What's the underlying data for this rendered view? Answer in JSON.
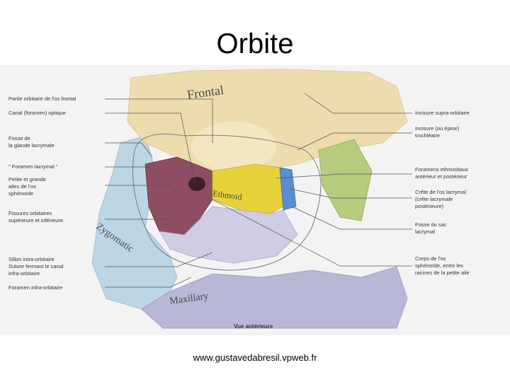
{
  "slide": {
    "title": "Orbite",
    "footer_url": "www.gustavedabresil.vpweb.fr"
  },
  "figure": {
    "bones": {
      "frontal": "Frontal",
      "ethmoid": "Ethmoid",
      "zygomatic": "Zygomatic",
      "maxillary": "Maxillary"
    },
    "labels_left": [
      "Partie orbitaire de l'os frontal",
      "Canal (foramen) optique",
      "Fosse de",
      "la glande lacrymale",
      "\" Foramen lacrymal \"",
      "Petite et grande",
      "ailes de l'os",
      "sphénoïde",
      "Fissures orbitaires",
      "supérieure et inférieure",
      "Sillon intra-orbitaire",
      "Suture fermant le canal",
      "infra-orbitaire",
      "Foramen infra-orbitaire"
    ],
    "labels_right": [
      "Incisure supra-orbitaire",
      "Incisure (ou épine)",
      "trochléaire",
      "Foramens ethmoïdaux",
      "antérieur et postérieur",
      "Crête de l'os lacrymal",
      "(crête lacrymale",
      "postérieure)",
      "Fosse du sac",
      "lacrymal",
      "Corps de l'os",
      "sphénoïde, entre les",
      "racines de la petite aile"
    ],
    "caption": "Vue antérieure"
  },
  "colors": {
    "frontal": "#efdcae",
    "ethmoid": "#e6d23a",
    "sphenoid": "#8f4d63",
    "zygomatic": "#bcd6e6",
    "maxillary": "#b9b7d6",
    "lacrimal": "#5a8ed0",
    "nasal": "#b6cc7e"
  }
}
